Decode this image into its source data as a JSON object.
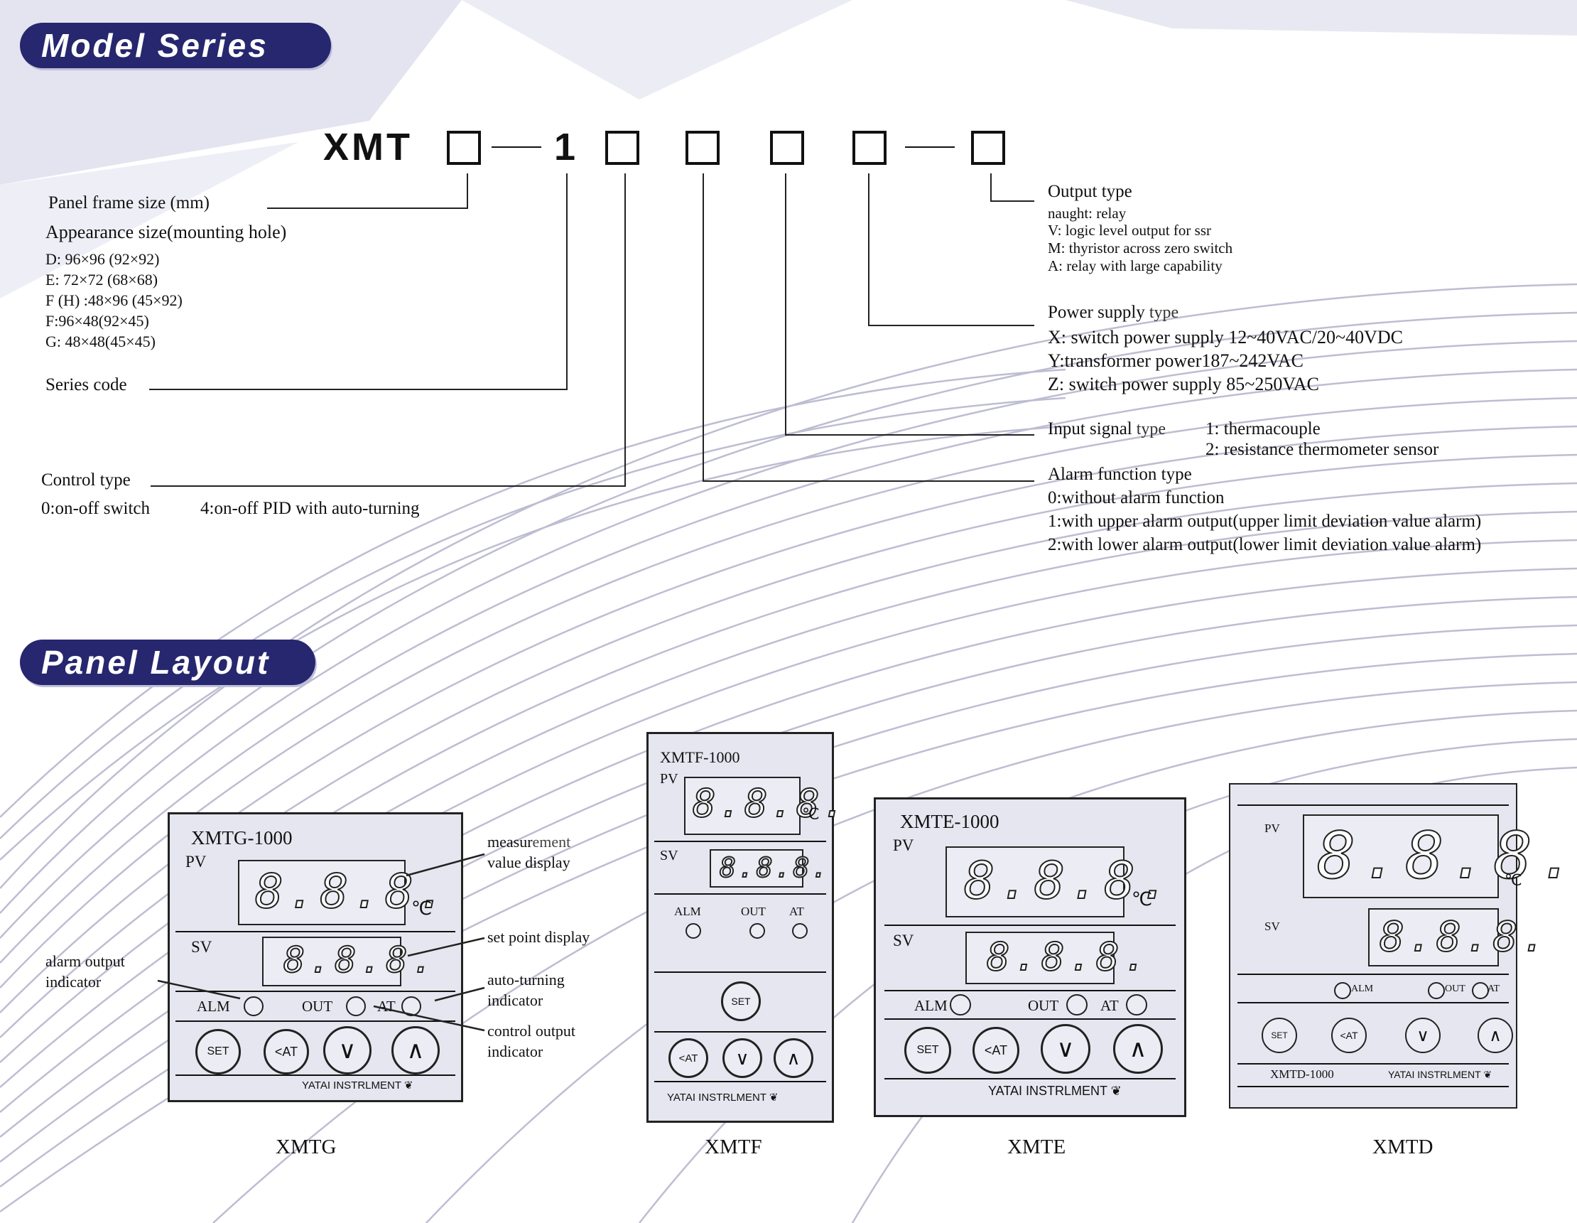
{
  "sections": {
    "model_series": "Model Series",
    "panel_layout": "Panel Layout"
  },
  "code": {
    "prefix": "XMT",
    "series_digit": "1"
  },
  "left": {
    "panel_frame": "Panel frame size (mm)",
    "appearance": "Appearance size(mounting hole)",
    "sizes": [
      "D: 96×96 (92×92)",
      "E: 72×72  (68×68)",
      "F (H) :48×96 (45×92)",
      "F:96×48(92×45)",
      "G: 48×48(45×45)"
    ],
    "series_code": "Series code",
    "control_type": "Control type",
    "control_opt1": "0:on-off switch",
    "control_opt2": "4:on-off PID with auto-turning"
  },
  "right": {
    "output_title": "Output type",
    "output_items": [
      "naught: relay",
      "V: logic level output for ssr",
      "M: thyristor across zero switch",
      "A: relay with large capability"
    ],
    "power_title_a": "Power supply",
    "power_title_b": " type",
    "power_items": [
      "X: switch power supply 12~40VAC/20~40VDC",
      "Y:transformer power187~242VAC",
      "Z: switch power supply 85~250VAC"
    ],
    "input_title_a": "Input signal",
    "input_title_b": " type",
    "input_items": [
      "1: thermacouple",
      "2: resistance thermometer sensor"
    ],
    "alarm_title": "Alarm function type",
    "alarm_items": [
      "0:without alarm function",
      "1:with upper alarm output(upper limit deviation value alarm)",
      "2:with lower alarm output(lower limit deviation value alarm)"
    ]
  },
  "callouts": {
    "measure_a": "measur",
    "measure_b": "ement",
    "measure_2": "value display",
    "setpoint": "set point display",
    "alarm_1": "alarm output",
    "alarm_2": "indicator",
    "autot_1": "auto-turning",
    "autot_2": "indicator",
    "ctrl_1": "control output",
    "ctrl_2": "indicator"
  },
  "panel_text": {
    "pv": "PV",
    "sv": "SV",
    "alm": "ALM",
    "out": "OUT",
    "at": "AT",
    "set": "SET",
    "btn_at": "<AT",
    "digits": "8.8.8.",
    "degc": "℃",
    "brand": "YATAI INSTRLMENT",
    "brand_logo": "❦"
  },
  "panels": {
    "g": "XMTG-1000",
    "f": "XMTF-1000",
    "e": "XMTE-1000",
    "d": "XMTD-1000"
  },
  "captions": [
    "XMTG",
    "XMTF",
    "XMTE",
    "XMTD"
  ]
}
